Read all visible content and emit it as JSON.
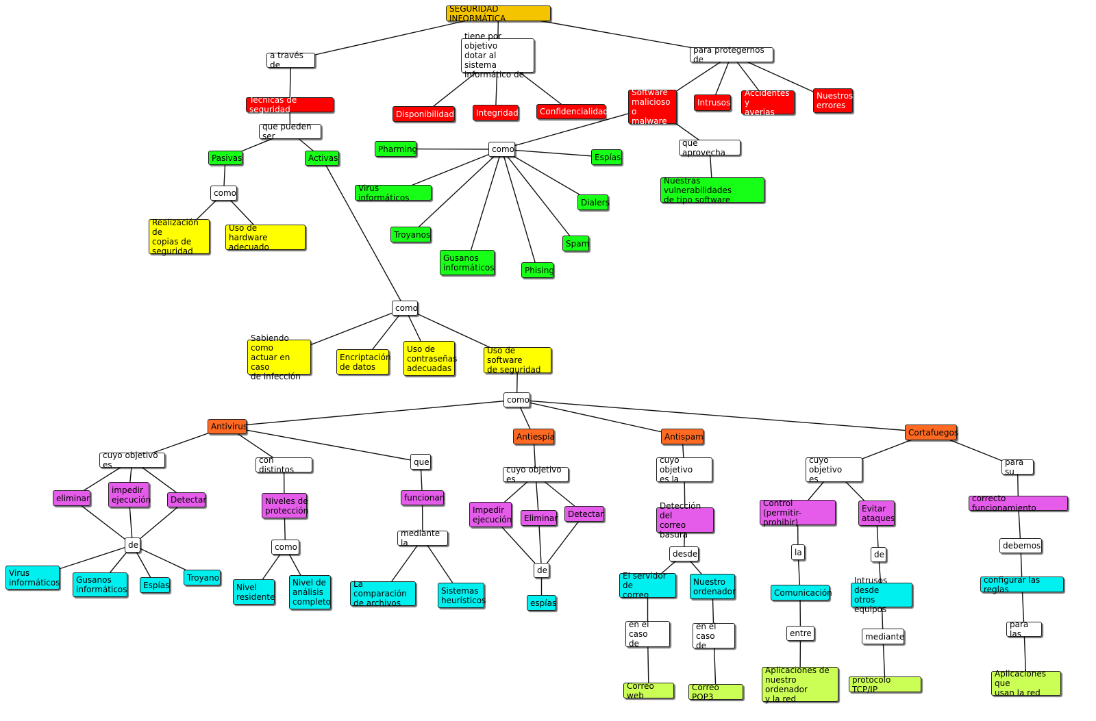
{
  "title": "SEGURIDAD INFORMÁTICA",
  "nodes": {
    "a_traves_de": "a través de",
    "tiene_objetivo": "tiene por objetivo\ndotar al sistema\ninformático de",
    "para_protegernos": "para protegernos de",
    "tecnicas": "Técnicas de seguridad",
    "disponibilidad": "Disponibilidad",
    "integridad": "Integridad",
    "confidencialidad": "Confidencialidad",
    "software_malicioso": "Software\nmalicioso o\nmalware",
    "intrusos": "Intrusos",
    "accidentes": "Accidentes y\naverias",
    "nuestros_errores": "Nuestros\nerrores",
    "que_pueden_ser": "que pueden ser",
    "pasivas": "Pasivas",
    "activas": "Activas",
    "como_pasivas": "como",
    "realizacion_copias": "Realización de\ncopias de\nseguridad",
    "uso_hardware": "Uso de\nhardware adecuado",
    "como_malware": "como",
    "pharming": "Pharming",
    "espias_malware": "Espías",
    "virus_malware": "Virus informáticos",
    "dialers": "Dialers",
    "troyanos_malware": "Troyanos",
    "spam": "Spam",
    "gusanos_malware": "Gusanos\ninformáticos",
    "phising": "Phising",
    "que_aprovecha": "que aprovecha",
    "vulnerabilidades": "Nuestras vulnerabilidades\nde tipo software",
    "como_activas": "como",
    "sabiendo": "Sabiendo como\nactuar en caso\nde infección",
    "encriptacion": "Encriptación\nde datos",
    "contrasenas": "Uso de\ncontraseñas\nadecuadas",
    "uso_software": "Uso de software\nde seguridad",
    "como_software": "como",
    "antivirus": "Antivirus",
    "antiespia": "Antiespía",
    "antispam": "Antispam",
    "cortafuegos": "Cortafuegos",
    "av_objetivo": "cuyo objetivo es",
    "av_distintos": "con  distintos",
    "av_que": "que",
    "av_eliminar": "eliminar",
    "av_impedir": "impedir\nejecución",
    "av_detectar": "Detectar",
    "av_de": "de",
    "av_virus": "Virus\ninformáticos",
    "av_gusanos": "Gusanos\ninformáticos",
    "av_espias": "Espías",
    "av_troyano": "Troyano",
    "av_niveles": "Niveles de\nprotección",
    "av_como": "como",
    "av_residente": "Nivel\nresidente",
    "av_analisis": "Nivel de\nanálisis\ncompleto",
    "av_funcionan": "funcionan",
    "av_mediante": "mediante la",
    "av_comparacion": "La comparación\nde archivos",
    "av_heuristicos": "Sistemas\nheurísticos",
    "ae_objetivo": "cuyo objetivo es",
    "ae_impedir": "Impedir\nejecución",
    "ae_eliminar": "Eliminar",
    "ae_detectar": "Detectar",
    "ae_de": "de",
    "ae_espias": "espías",
    "as_objetivo": "cuyo objetivo\nes la",
    "as_deteccion": "Detección del\ncorreo basura",
    "as_desde": "desde",
    "as_servidor": "El servidor de\ncorreo",
    "as_ordenador": "Nuestro\nordenador",
    "as_caso1": "en el caso\nde",
    "as_caso2": "en el caso\nde",
    "as_web": "Correo web",
    "as_pop3": "Correo POP3",
    "cf_objetivo": "cuyo objetivo\nes",
    "cf_para_su": "para su",
    "cf_control": "Control\n(permitir-prohibir)",
    "cf_evitar": "Evitar\nataques",
    "cf_correcto": "correcto funcionamiento",
    "cf_la": "la",
    "cf_de": "de",
    "cf_debemos": "debemos",
    "cf_comunicacion": "Comunicación",
    "cf_intrusos": "Intrusos desde\notros equipos",
    "cf_configurar": "configurar las reglas",
    "cf_entre": "entre",
    "cf_mediante": "mediante",
    "cf_para_las": "para las",
    "cf_aplicaciones": "Aplicaciones de\nnuestro ordenador\ny la red",
    "cf_tcpip": "protocolo TCP/IP",
    "cf_aplicaciones_red": "Aplicaciones que\nusan la red"
  }
}
